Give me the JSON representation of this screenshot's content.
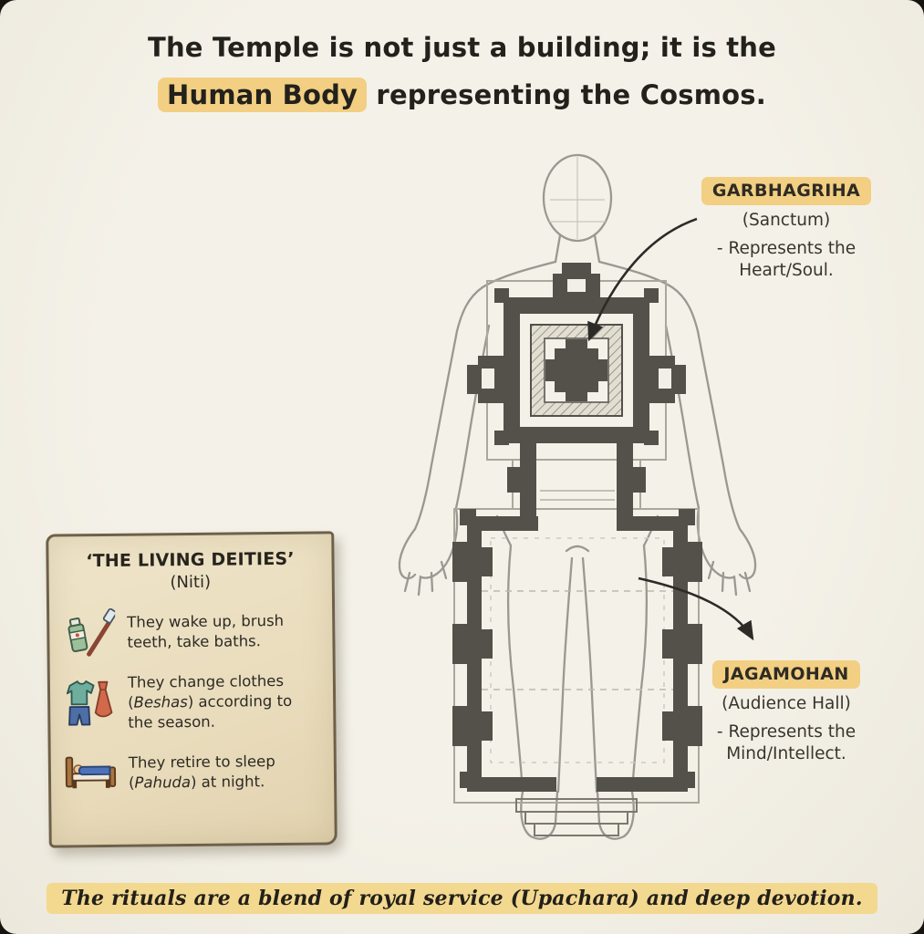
{
  "page": {
    "background": "#f3f0e7",
    "highlight_color": "#f2cf82",
    "wall_color": "#54514a"
  },
  "title": {
    "line1": "The Temple is not just a building; it is the",
    "highlight": "Human Body",
    "line2_rest": " representing the Cosmos."
  },
  "labels": {
    "garbhagriha": {
      "name": "GARBHAGRIHA",
      "subtitle": "(Sanctum)",
      "desc": "- Represents the\nHeart/Soul."
    },
    "jagamohan": {
      "name": "JAGAMOHAN",
      "subtitle": "(Audience Hall)",
      "desc": "- Represents the\nMind/Intellect."
    }
  },
  "living_deities": {
    "title": "‘THE LIVING DEITIES’",
    "subtitle": "(Niti)",
    "items": [
      {
        "icon": "toothpaste-toothbrush-icon",
        "pre": "They wake up, brush teeth, take baths.",
        "em": "",
        "post": ""
      },
      {
        "icon": "clothes-icon",
        "pre": "They change clothes (",
        "em": "Beshas",
        "post": ") according to the season."
      },
      {
        "icon": "bed-icon",
        "pre": "They retire to sleep (",
        "em": "Pahuda",
        "post": ") at night."
      }
    ]
  },
  "footer": {
    "text": "The rituals are a blend of royal service (Upachara) and deep devotion."
  }
}
